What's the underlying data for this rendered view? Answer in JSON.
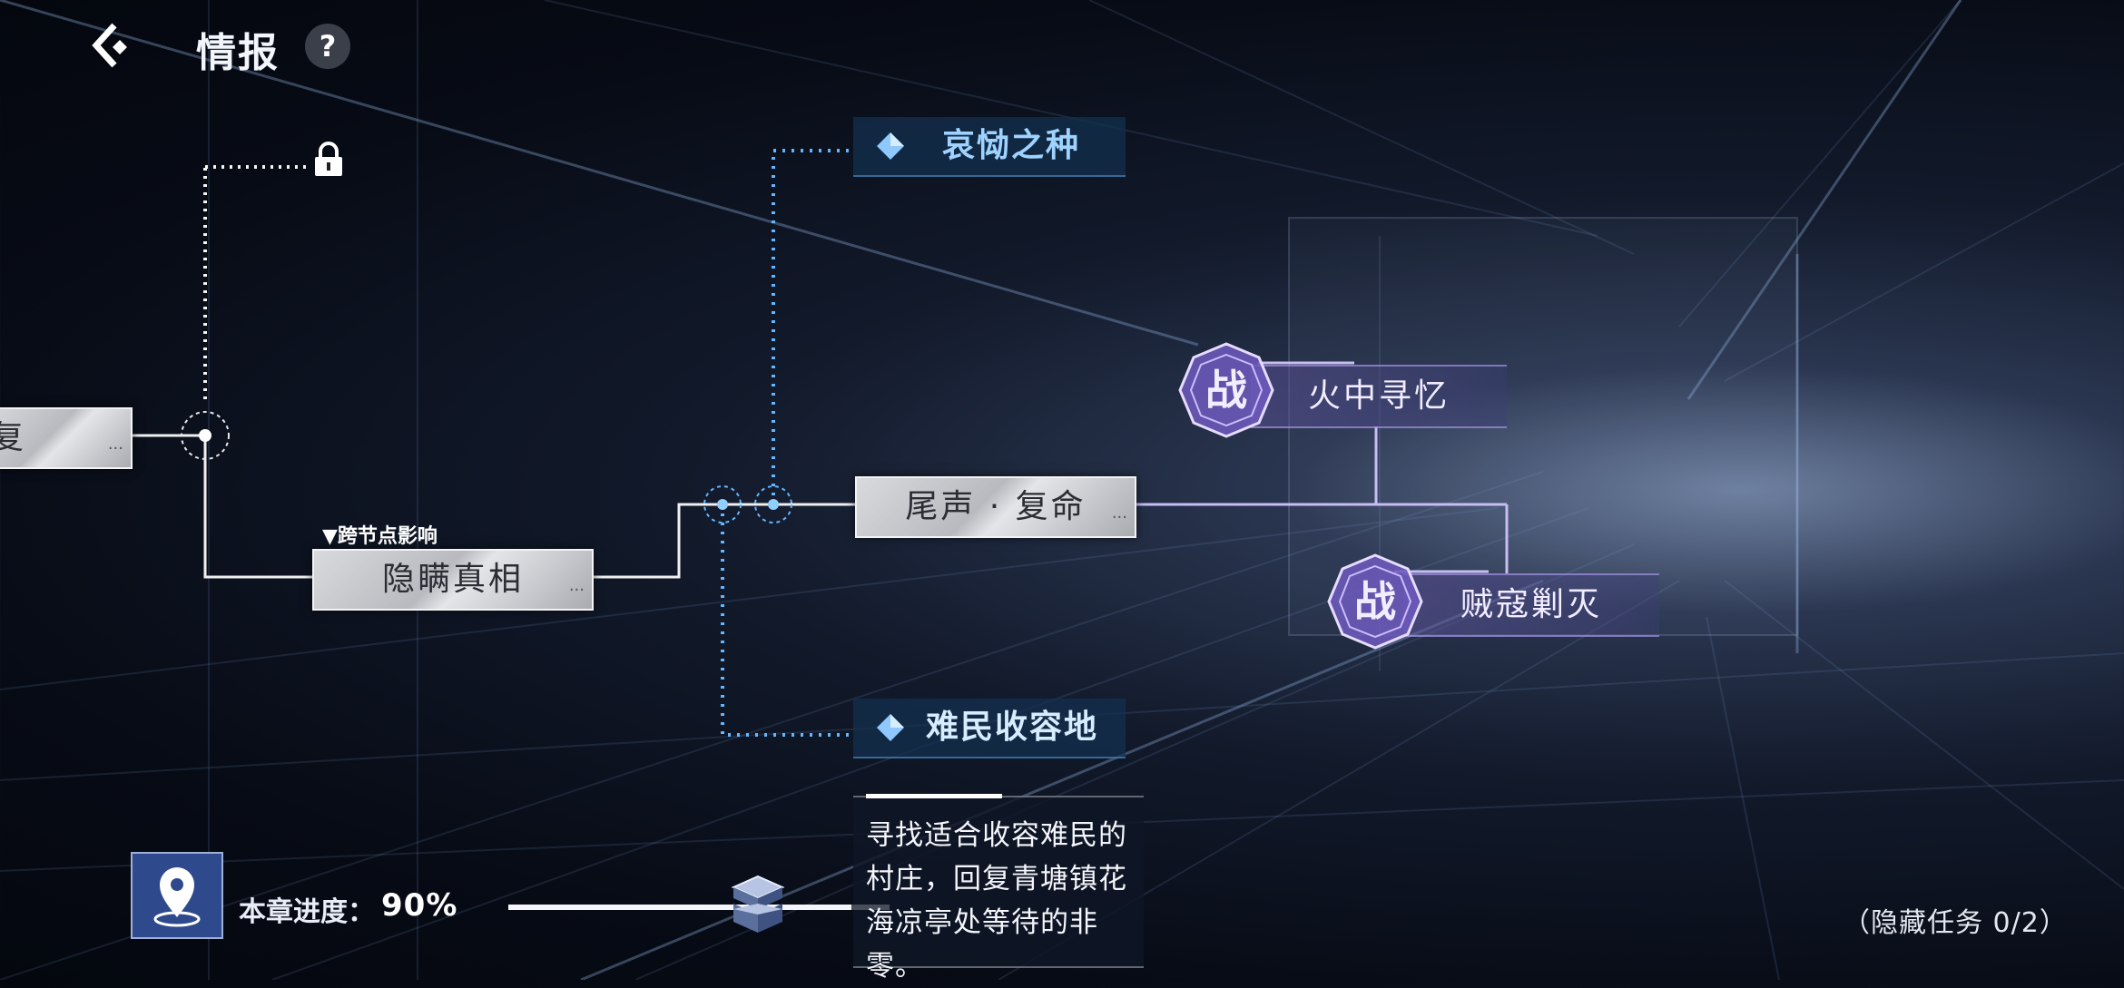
{
  "header": {
    "title": "情报",
    "help_label": "?"
  },
  "nodes": {
    "left_partial": "复",
    "hidden_truth": "隐瞒真相",
    "finale": "尾声 · 复命",
    "cross_node_label": "▼跨节点影响"
  },
  "locations": {
    "top": "哀恸之种",
    "bottom": "难民收容地"
  },
  "battles": [
    {
      "icon_text": "战",
      "label": "火中寻忆"
    },
    {
      "icon_text": "战",
      "label": "贼寇剿灭"
    }
  ],
  "description": "寻找适合收容难民的村庄，回复青塘镇花海凉亭处等待的非零。",
  "progress": {
    "label": "本章进度：",
    "value_text": "90%",
    "fraction": 0.9
  },
  "hidden_quests": "（隐藏任务 0/2）",
  "colors": {
    "node_line": "#f0f0f0",
    "location_blue": "#9fd3ff",
    "battle_purple": "#b7a6ff"
  },
  "icons": [
    "back-icon",
    "help-icon",
    "lock-icon",
    "map-pin-icon",
    "diamond-icon",
    "cube-icon"
  ]
}
